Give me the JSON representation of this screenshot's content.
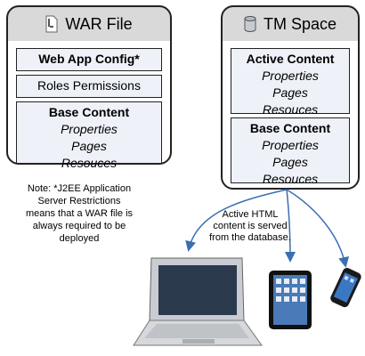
{
  "war": {
    "title": "WAR File",
    "boxes": {
      "config": "Web App Config*",
      "roles": "Roles Permissions",
      "base_title": "Base Content",
      "base_items": [
        "Properties",
        "Pages",
        "Resouces"
      ]
    }
  },
  "tm": {
    "title": "TM Space",
    "active_title": "Active Content",
    "active_items": [
      "Properties",
      "Pages",
      "Resouces"
    ],
    "base_title": "Base Content",
    "base_items": [
      "Properties",
      "Pages",
      "Resouces"
    ]
  },
  "note": {
    "lines": [
      "Note: *J2EE Application",
      "Server Restrictions",
      "means that a WAR file is",
      "always required to be",
      "deployed"
    ]
  },
  "callout": {
    "lines": [
      "Active HTML",
      "content is served",
      "from the database."
    ]
  },
  "colors": {
    "arrow": "#3a6fb3",
    "panel_header": "#d9d9d9",
    "box_fill": "#eef1f8"
  },
  "icons": [
    "file-icon",
    "database-icon",
    "laptop-icon",
    "tablet-icon",
    "phone-icon"
  ]
}
